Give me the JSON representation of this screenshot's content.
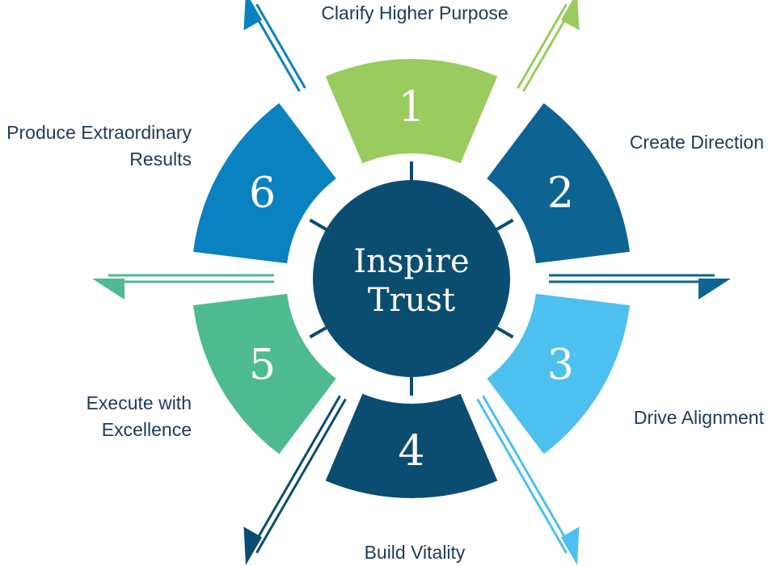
{
  "center": {
    "line1": "Inspire",
    "line2": "Trust"
  },
  "steps": [
    {
      "number": "1",
      "label_lines": [
        "Clarify Higher Purpose"
      ],
      "color": "#9acb5e"
    },
    {
      "number": "2",
      "label_lines": [
        "Create Direction"
      ],
      "color": "#0d6391"
    },
    {
      "number": "3",
      "label_lines": [
        "Drive Alignment"
      ],
      "color": "#4ec0ef"
    },
    {
      "number": "4",
      "label_lines": [
        "Build Vitality"
      ],
      "color": "#0b4d70"
    },
    {
      "number": "5",
      "label_lines": [
        "Execute with",
        "Excellence"
      ],
      "color": "#4dbb8f"
    },
    {
      "number": "6",
      "label_lines": [
        "Produce Extraordinary",
        "Results"
      ],
      "color": "#0a82bf"
    }
  ],
  "colors": {
    "center": "#0b4d70",
    "tick": "#0b4d70",
    "background": "#ffffff"
  }
}
